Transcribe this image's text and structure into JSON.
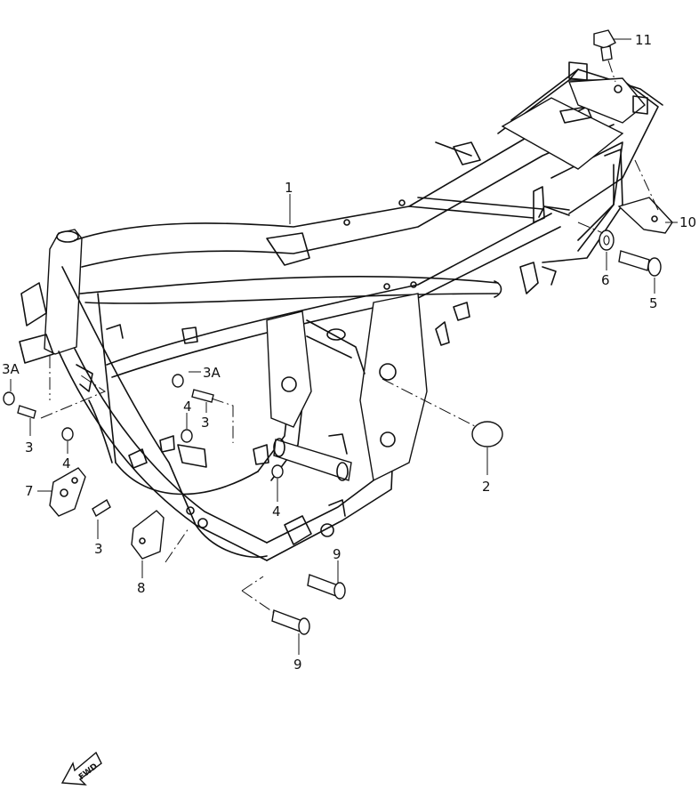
{
  "callouts": [
    {
      "id": "c1",
      "label": "1"
    },
    {
      "id": "c2",
      "label": "2"
    },
    {
      "id": "c3a-left",
      "label": "3A"
    },
    {
      "id": "c3a-mid",
      "label": "3A"
    },
    {
      "id": "c3-left",
      "label": "3"
    },
    {
      "id": "c3-mid",
      "label": "3"
    },
    {
      "id": "c3-low",
      "label": "3"
    },
    {
      "id": "c4-left",
      "label": "4"
    },
    {
      "id": "c4-mid",
      "label": "4"
    },
    {
      "id": "c4-low",
      "label": "4"
    },
    {
      "id": "c5",
      "label": "5"
    },
    {
      "id": "c6",
      "label": "6"
    },
    {
      "id": "c7",
      "label": "7"
    },
    {
      "id": "c8",
      "label": "8"
    },
    {
      "id": "c9-upper",
      "label": "9"
    },
    {
      "id": "c9-lower",
      "label": "9"
    },
    {
      "id": "c10",
      "label": "10"
    },
    {
      "id": "c11",
      "label": "11"
    }
  ],
  "fwd_arrow": {
    "label": "FWD",
    "icon": "fwd-arrow-icon"
  }
}
